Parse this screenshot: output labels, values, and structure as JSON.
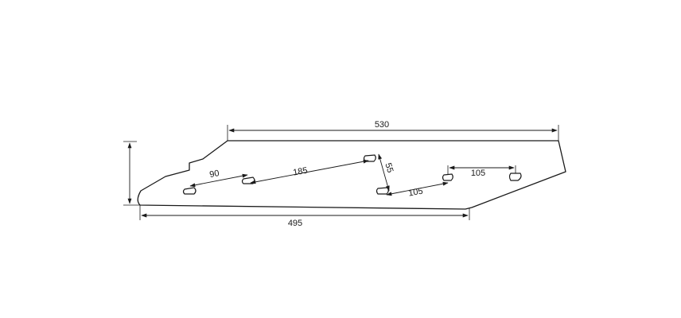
{
  "drawing": {
    "dimensions": {
      "top_length": "530",
      "bottom_length": "495",
      "hole_spacing_1": "90",
      "hole_spacing_2": "185",
      "hole_offset": "55",
      "hole_spacing_3": "105",
      "hole_spacing_4": "105"
    },
    "colors": {
      "line": "#1a1a1a",
      "background": "#ffffff"
    }
  }
}
